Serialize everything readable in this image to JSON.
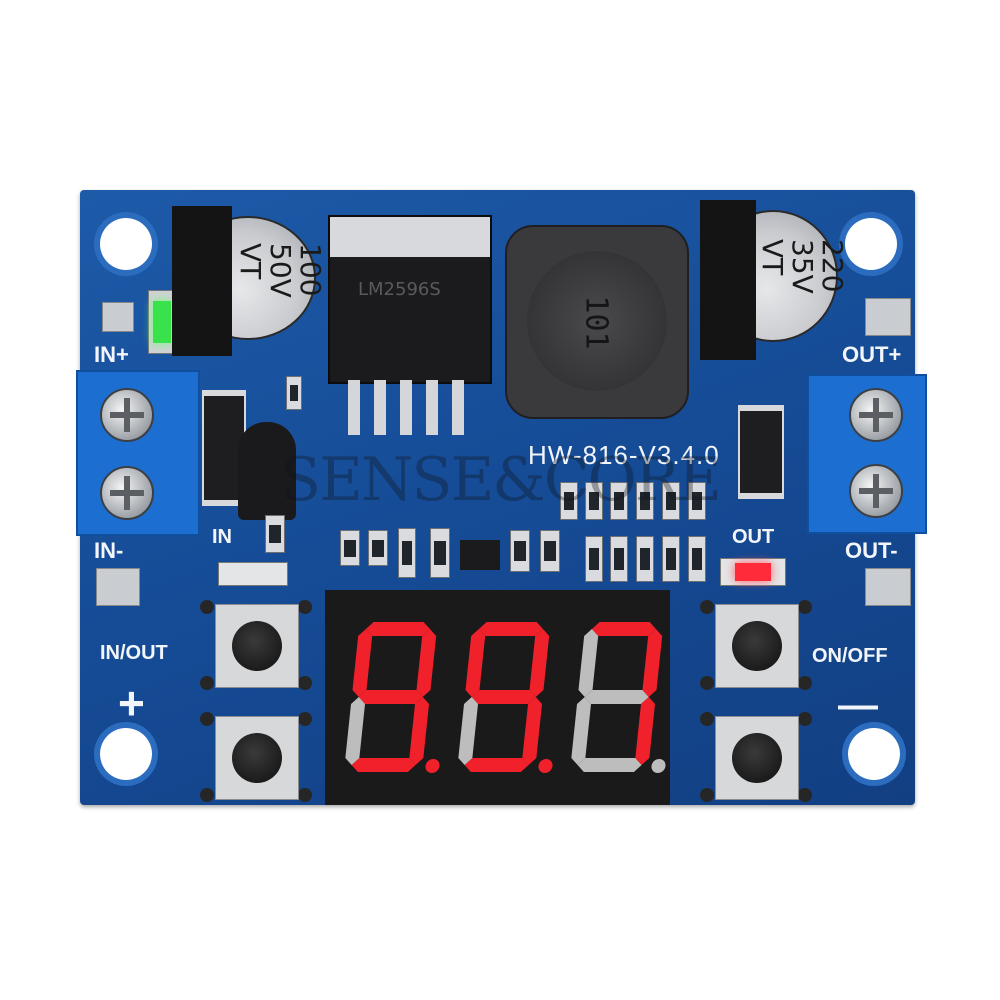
{
  "board": {
    "model": "HW-816-V3.4.0",
    "labels": {
      "in_plus": "IN+",
      "in_minus": "IN-",
      "out_plus": "OUT+",
      "out_minus": "OUT-",
      "in": "IN",
      "out": "OUT",
      "in_out": "IN/OUT",
      "on_off": "ON/OFF",
      "plus": "+",
      "minus": "—"
    },
    "capacitor_left": {
      "value": "100",
      "voltage": "50V",
      "type": "VT"
    },
    "capacitor_right": {
      "value": "220",
      "voltage": "35V",
      "type": "VT"
    },
    "regulator_marking": "LM2596S",
    "inductor_marking": "101",
    "watermark": "SENSE&CORE"
  },
  "display": {
    "digits": [
      "9",
      "9",
      "7"
    ],
    "decimal_points": [
      true,
      true,
      false
    ]
  },
  "leds": {
    "in_led": "#39e24a",
    "out_led": "#ff2a3a"
  },
  "colors": {
    "pcb": "#1d5aa8",
    "terminal": "#1c6fd0",
    "segment_on": "#f0212b",
    "segment_off": "#bdbdbd"
  }
}
